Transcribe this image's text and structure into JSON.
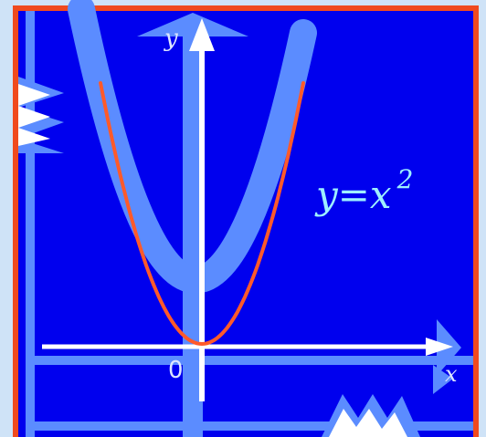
{
  "labels": {
    "y_axis": "y",
    "x_axis": "x",
    "origin": "0",
    "formula_main": "y=x",
    "formula_exp": "2"
  },
  "curve": {
    "function": "y = x^2",
    "x_range": [
      -1,
      1
    ]
  },
  "colors": {
    "page_background": "#cfe3f7",
    "frame_border": "#f04a1e",
    "panel_background": "#0000ee",
    "band": "#5b8cff",
    "axis": "#ffffff",
    "curve": "#ff5a2a",
    "formula_text": "#9ef0ff",
    "label_text": "#dde6ff"
  }
}
